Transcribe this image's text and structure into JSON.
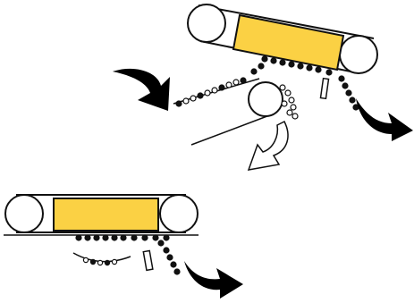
{
  "colors": {
    "background": "#ffffff",
    "ink": "#111111",
    "magnet_fill": "#fbd144",
    "arrow_fill": "#000000",
    "outline_arrow_fill": "#ffffff"
  },
  "diagram": {
    "upper_unit": {
      "belt": "inclined-belt",
      "magnet": "magnet-block",
      "arrows": [
        "feed-arrow",
        "ferrous-discharge-arrow",
        "nonferrous-discharge-arrow"
      ],
      "splitter": "splitter-plate"
    },
    "lower_unit": {
      "belt": "horizontal-belt",
      "magnet": "magnet-block",
      "arrows": [
        "ferrous-discharge-arrow"
      ],
      "splitter": "splitter-plate"
    }
  }
}
